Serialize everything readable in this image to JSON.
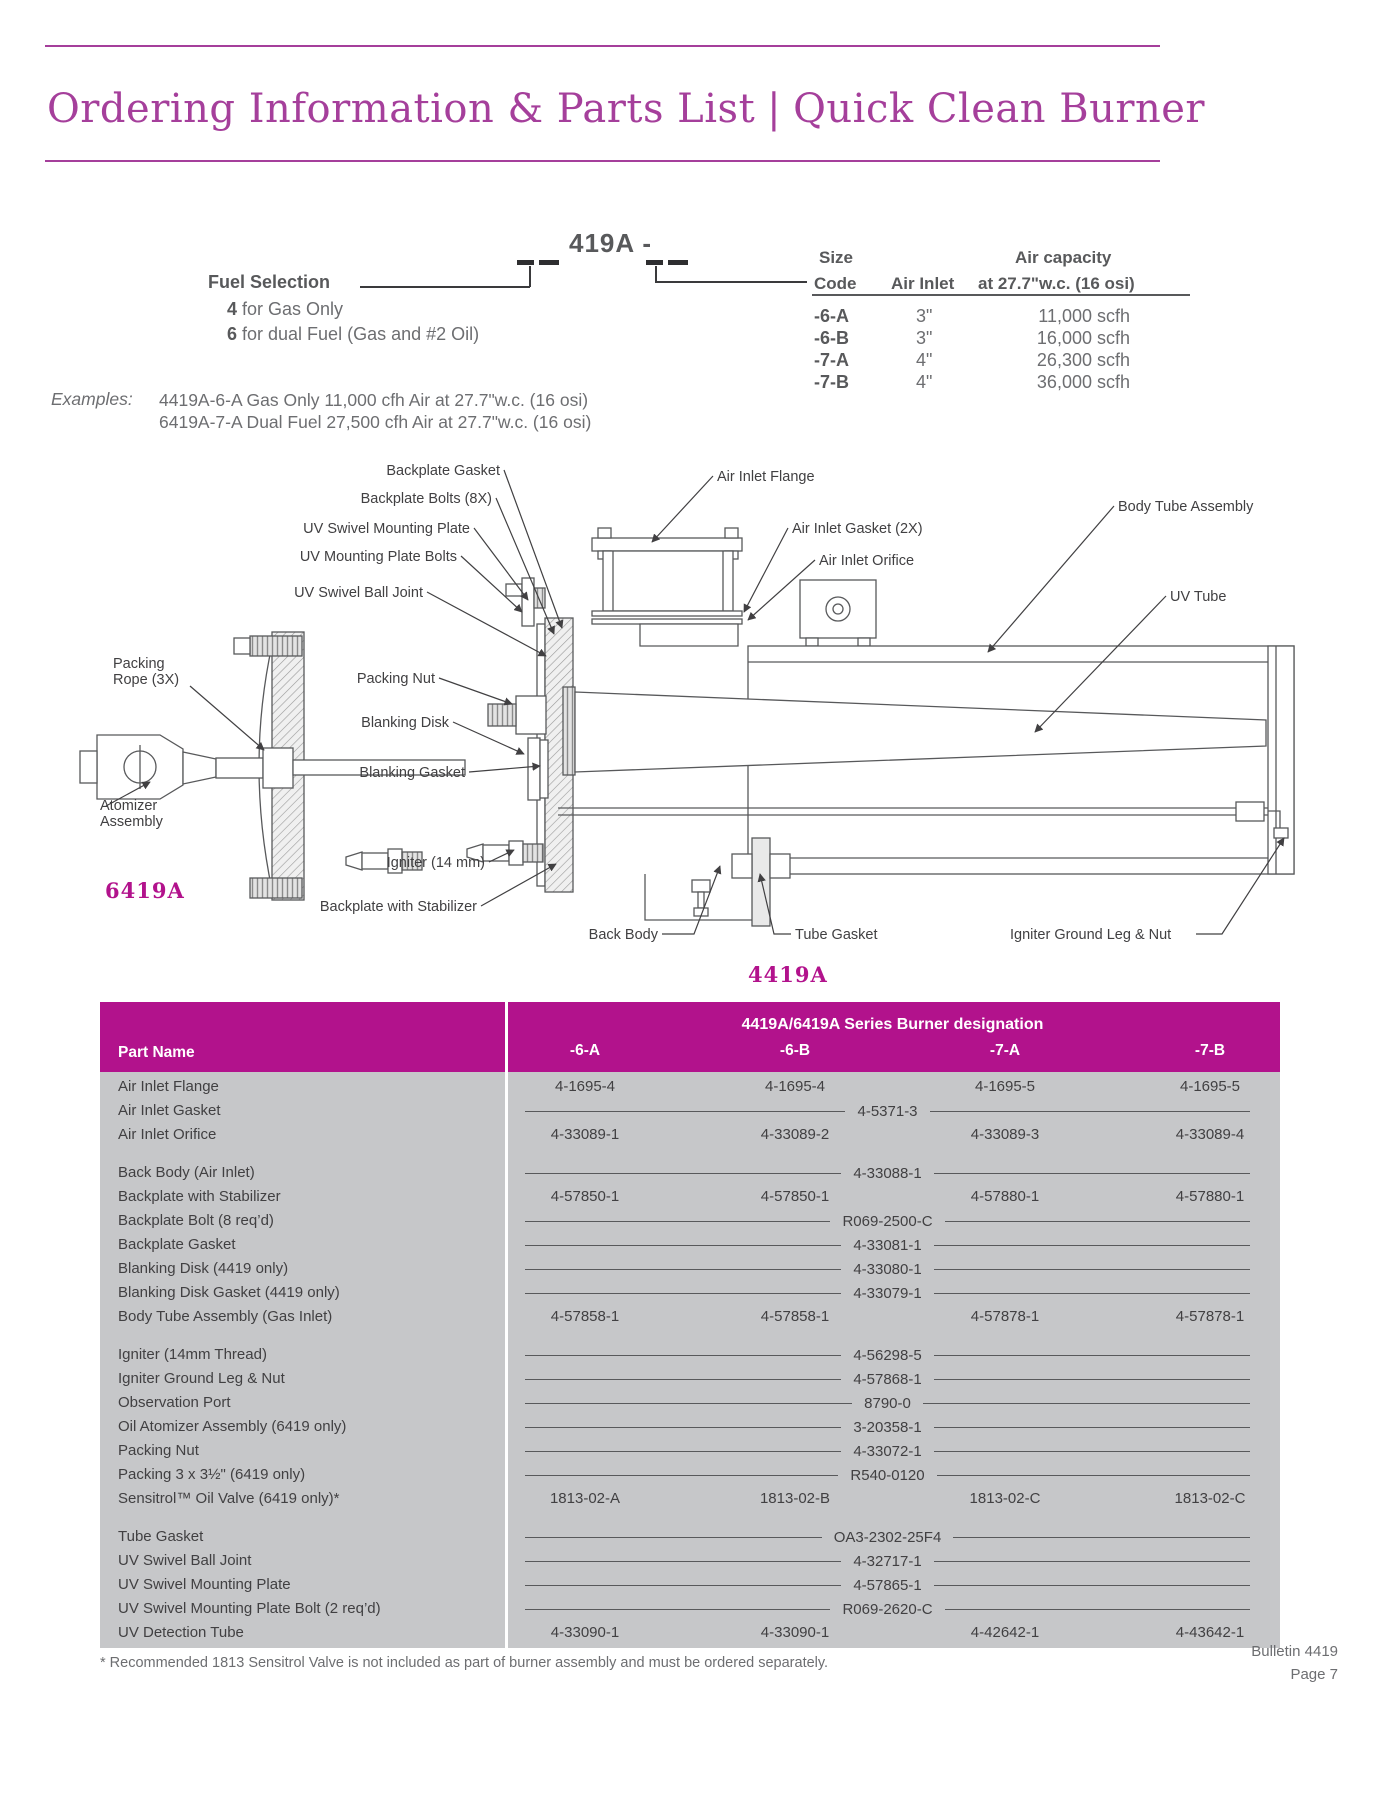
{
  "header": {
    "title_left": "Ordering Information & Parts List",
    "title_separator": "|",
    "title_right": "Quick Clean Burner"
  },
  "designation": {
    "model_prefix": "419A -",
    "fuel_selection": {
      "label": "Fuel Selection",
      "options": [
        {
          "code": "4",
          "text": " for Gas Only"
        },
        {
          "code": "6",
          "text": " for dual Fuel (Gas and #2 Oil)"
        }
      ]
    },
    "size_table": {
      "col_size_line1": "Size",
      "col_size_line2": "Code",
      "col_inlet": "Air Inlet",
      "col_capacity_line1": "Air capacity",
      "col_capacity_line2": "at 27.7\"w.c. (16 osi)",
      "rows": [
        {
          "code": "-6-A",
          "inlet": "3\"",
          "capacity": "11,000 scfh"
        },
        {
          "code": "-6-B",
          "inlet": "3\"",
          "capacity": "16,000 scfh"
        },
        {
          "code": "-7-A",
          "inlet": "4\"",
          "capacity": "26,300 scfh"
        },
        {
          "code": "-7-B",
          "inlet": "4\"",
          "capacity": "36,000 scfh"
        }
      ]
    },
    "examples": {
      "label": "Examples:",
      "lines": [
        "4419A-6-A Gas Only 11,000 cfh Air at 27.7\"w.c. (16 osi)",
        "6419A-7-A Dual Fuel 27,500 cfh Air at 27.7\"w.c. (16 osi)"
      ]
    }
  },
  "diagram": {
    "labels": {
      "backplate_gasket": "Backplate Gasket",
      "backplate_bolts": "Backplate Bolts (8X)",
      "uv_swivel_mounting_plate": "UV Swivel Mounting Plate",
      "uv_mounting_plate_bolts": "UV Mounting Plate Bolts",
      "uv_swivel_ball_joint": "UV Swivel Ball Joint",
      "packing_rope": "Packing\nRope (3X)",
      "packing_nut": "Packing Nut",
      "blanking_disk": "Blanking Disk",
      "blanking_gasket": "Blanking Gasket",
      "atomizer_assembly": "Atomizer\nAssembly",
      "igniter_14mm": "Igniter (14 mm)",
      "backplate_with_stabilizer": "Backplate with Stabilizer",
      "back_body": "Back Body",
      "tube_gasket": "Tube Gasket",
      "igniter_ground_leg": "Igniter Ground Leg & Nut",
      "air_inlet_flange": "Air Inlet Flange",
      "air_inlet_gasket": "Air Inlet Gasket (2X)",
      "air_inlet_orifice": "Air Inlet Orifice",
      "body_tube_assembly": "Body Tube Assembly",
      "uv_tube": "UV Tube"
    },
    "captions": {
      "left_model": "6419A",
      "right_model": "4419A"
    }
  },
  "parts_table": {
    "part_name_header": "Part Name",
    "series_header": "4419A/6419A Series Burner designation",
    "columns": [
      "-6-A",
      "-6-B",
      "-7-A",
      "-7-B"
    ],
    "groups": [
      {
        "rows": [
          {
            "name": "Air Inlet Flange",
            "values": [
              "4-1695-4",
              "4-1695-4",
              "4-1695-5",
              "4-1695-5"
            ]
          },
          {
            "name": "Air Inlet Gasket",
            "span": "4-5371-3"
          },
          {
            "name": "Air Inlet Orifice",
            "values": [
              "4-33089-1",
              "4-33089-2",
              "4-33089-3",
              "4-33089-4"
            ]
          }
        ]
      },
      {
        "rows": [
          {
            "name": "Back Body (Air Inlet)",
            "span": "4-33088-1"
          },
          {
            "name": "Backplate with Stabilizer",
            "values": [
              "4-57850-1",
              "4-57850-1",
              "4-57880-1",
              "4-57880-1"
            ]
          },
          {
            "name": "Backplate Bolt (8 req’d)",
            "span": "R069-2500-C"
          },
          {
            "name": "Backplate Gasket",
            "span": "4-33081-1"
          },
          {
            "name": "Blanking Disk (4419 only)",
            "span": "4-33080-1"
          },
          {
            "name": "Blanking Disk Gasket (4419 only)",
            "span": "4-33079-1"
          },
          {
            "name": "Body Tube Assembly (Gas Inlet)",
            "values": [
              "4-57858-1",
              "4-57858-1",
              "4-57878-1",
              "4-57878-1"
            ]
          }
        ]
      },
      {
        "rows": [
          {
            "name": "Igniter (14mm Thread)",
            "span": "4-56298-5"
          },
          {
            "name": "Igniter Ground Leg & Nut",
            "span": "4-57868-1"
          },
          {
            "name": "Observation Port",
            "span": "8790-0"
          },
          {
            "name": "Oil Atomizer Assembly (6419 only)",
            "span": "3-20358-1"
          },
          {
            "name": "Packing Nut",
            "span": "4-33072-1"
          },
          {
            "name": "Packing 3 x 3½\" (6419 only)",
            "span": "R540-0120"
          },
          {
            "name": "Sensitrol™ Oil Valve (6419 only)*",
            "values": [
              "1813-02-A",
              "1813-02-B",
              "1813-02-C",
              "1813-02-C"
            ]
          }
        ]
      },
      {
        "rows": [
          {
            "name": "Tube Gasket",
            "span": "OA3-2302-25F4"
          },
          {
            "name": "UV Swivel Ball Joint",
            "span": "4-32717-1"
          },
          {
            "name": "UV Swivel Mounting Plate",
            "span": "4-57865-1"
          },
          {
            "name": "UV Swivel Mounting Plate Bolt (2 req’d)",
            "span": "R069-2620-C"
          },
          {
            "name": "UV Detection Tube",
            "values": [
              "4-33090-1",
              "4-33090-1",
              "4-42642-1",
              "4-43642-1"
            ]
          }
        ]
      }
    ]
  },
  "footer": {
    "footnote": "* Recommended 1813 Sensitrol Valve is not included as part of burner assembly and must be ordered separately.",
    "bulletin": "Bulletin 4419",
    "page": "Page 7"
  },
  "colors": {
    "magenta": "#a53f9b",
    "table_header": "#b2128c",
    "table_body_bg": "#c6c7c9",
    "text_gray": "#6d6e71"
  }
}
